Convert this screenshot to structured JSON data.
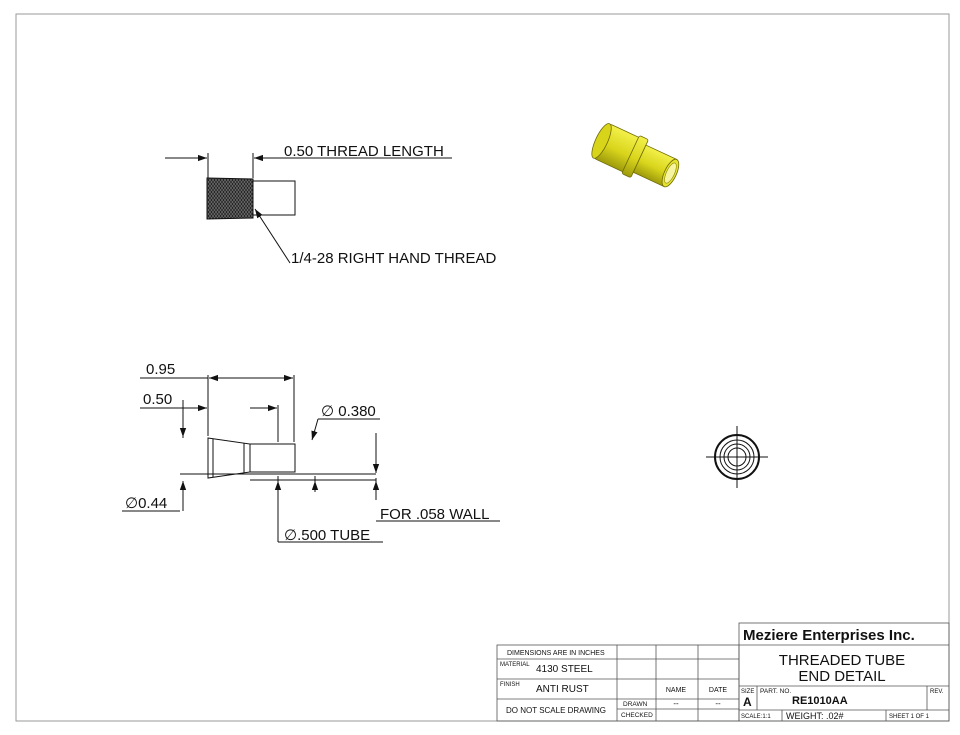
{
  "top_view": {
    "thread_length_label": "0.50 THREAD LENGTH",
    "thread_spec_label": "1/4-28 RIGHT HAND THREAD"
  },
  "side_view": {
    "dim_overall": "0.95",
    "dim_thread": "0.50",
    "dim_neck_dia": "∅ 0.380",
    "dim_od": "∅0.44",
    "dim_tube": "∅.500 TUBE",
    "dim_wall": "FOR .058 WALL"
  },
  "colors": {
    "part_yellow": "#e3e021",
    "part_yellow_dark": "#a7a30f",
    "line": "#111111",
    "border": "#9a9a9a"
  },
  "title_block": {
    "company": "Meziere Enterprises Inc.",
    "title_line1": "THREADED TUBE",
    "title_line2": "END DETAIL",
    "dimensions_note": "DIMENSIONS ARE IN INCHES",
    "material_label": "MATERIAL",
    "material_value": "4130 STEEL",
    "finish_label": "FINISH",
    "finish_value": "ANTI RUST",
    "do_not_scale": "DO NOT SCALE DRAWING",
    "name_header": "NAME",
    "date_header": "DATE",
    "drawn_label": "DRAWN",
    "drawn_name": "--",
    "drawn_date": "--",
    "checked_label": "CHECKED",
    "size_label": "SIZE",
    "size_value": "A",
    "part_no_label": "PART. NO.",
    "part_no_value": "RE1010AA",
    "rev_label": "REV.",
    "scale_label": "SCALE:1:1",
    "weight_label": "WEIGHT: .02#",
    "sheet_label": "SHEET 1 OF 1"
  }
}
